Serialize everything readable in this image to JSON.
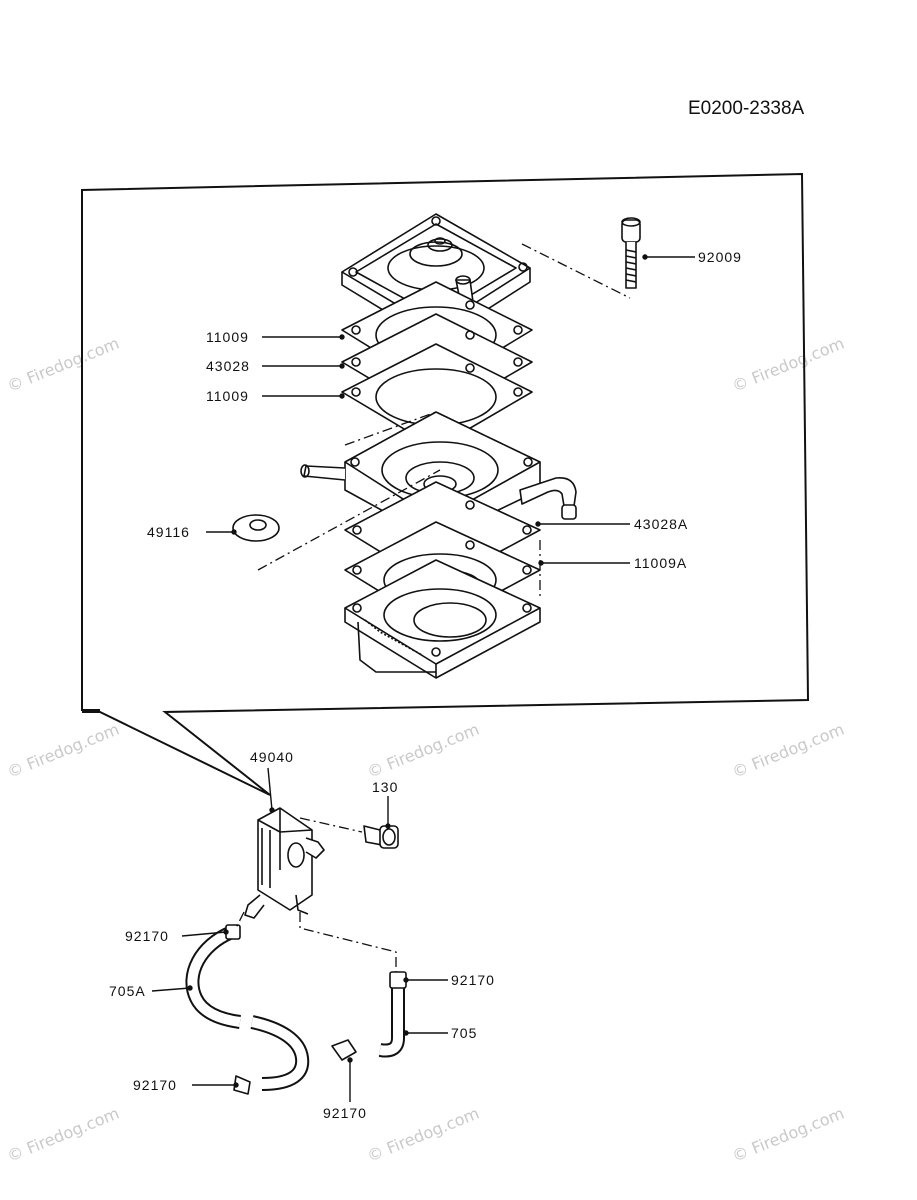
{
  "diagram": {
    "code": "E0200-2338A",
    "watermark": "© Firedog.com",
    "labels": {
      "p92009": "92009",
      "p11009_top": "11009",
      "p43028": "43028",
      "p11009_mid": "11009",
      "p49116": "49116",
      "p43028A": "43028A",
      "p11009A": "11009A",
      "p49040": "49040",
      "p130": "130",
      "p92170_left": "92170",
      "p705A": "705A",
      "p92170_right": "92170",
      "p705": "705",
      "p92170_bottom_left": "92170",
      "p92170_bottom": "92170"
    }
  }
}
